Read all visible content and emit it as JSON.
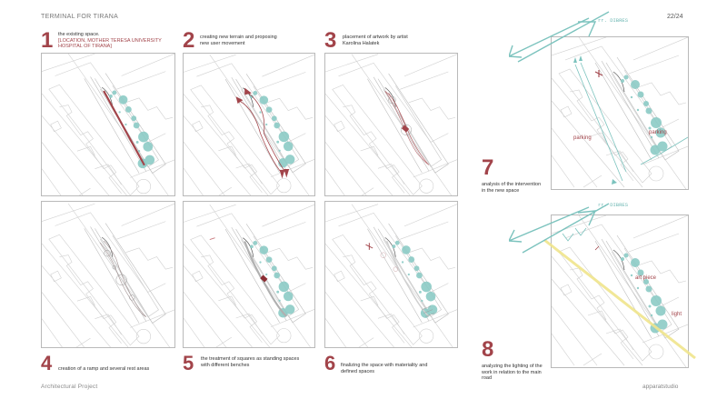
{
  "header": {
    "title": "TERMINAL FOR TIRANA",
    "page": "22/24"
  },
  "footer": {
    "left": "Architectural Project",
    "right": "apparatstudio"
  },
  "colors": {
    "accent": "#a2444a",
    "teal": "#7cc3be",
    "road": "#6fb8b4",
    "light": "#f0e58c",
    "frame": "#b9b9b9"
  },
  "steps": [
    {
      "n": "1",
      "line1": "the existing space.",
      "line2": "[LOCATION, MOTHER TERESA UNIVERSITY",
      "line3": "HOSPITAL OF TIRANA]"
    },
    {
      "n": "2",
      "line1": "creating new terrain and proposing",
      "line2": "new user movement"
    },
    {
      "n": "3",
      "line1": "placement of artwork by artist",
      "line2": "Karolina Halatek"
    },
    {
      "n": "4",
      "line1": "creation of a ramp and several rest areas"
    },
    {
      "n": "5",
      "line1": "the treatment of squares as standing spaces",
      "line2": "with different benches"
    },
    {
      "n": "6",
      "line1": "finalizing the space with materiality and",
      "line2": "defined spaces"
    },
    {
      "n": "7",
      "line1": "analysis of the intervention",
      "line2": "in the new space"
    },
    {
      "n": "8",
      "line1": "analyzing the lighting of the",
      "line2": "work in relation to the main",
      "line3": "road"
    }
  ],
  "panel7": {
    "road_label": "rr. DIBRES",
    "label_left": "parking",
    "label_right": "parking"
  },
  "panel8": {
    "road_label": "rr. DIBRES",
    "label_art": "art piece",
    "label_light": "light"
  }
}
